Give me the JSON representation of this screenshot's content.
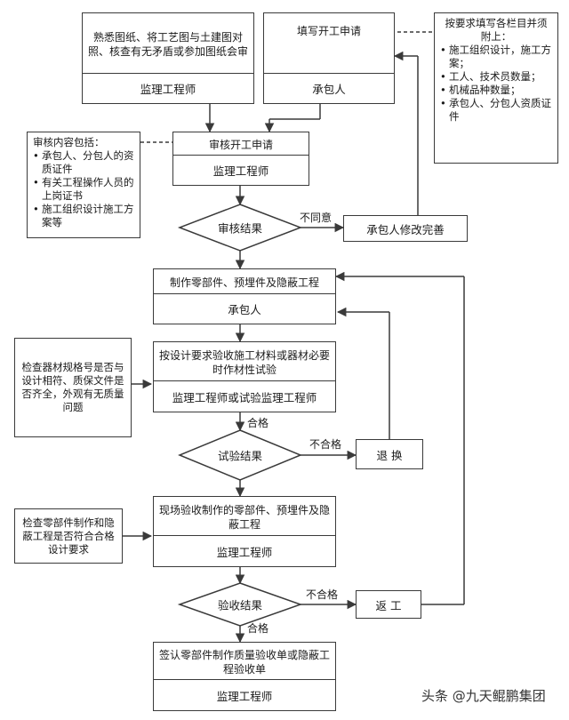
{
  "process_boxes": {
    "review_drawings": {
      "text": "熟悉图纸、将工艺图与土建图对照、核查有无矛盾或参加图纸会审",
      "role": "监理工程师"
    },
    "fill_application": {
      "text": "填写开工申请",
      "role": "承包人"
    },
    "review_application": {
      "text": "审核开工申请",
      "role": "监理工程师"
    },
    "make_parts": {
      "text": "制作零部件、预埋件及隐蔽工程",
      "role": "承包人"
    },
    "inspect_materials": {
      "text": "按设计要求验收施工材料或器材必要时作材性试验",
      "role": "监理工程师或试验监理工程师"
    },
    "site_inspection": {
      "text": "现场验收制作的零部件、预埋件及隐蔽工程",
      "role": "监理工程师"
    },
    "sign_off": {
      "text": "签认零部件制作质量验收单或隐蔽工程验收单",
      "role": "监理工程师"
    }
  },
  "decisions": {
    "review_result": "审核结果",
    "test_result": "试验结果",
    "acceptance_result": "验收结果"
  },
  "simple_boxes": {
    "contractor_revise": "承包人修改完善",
    "return_replace": "退 换",
    "rework": "返 工"
  },
  "notes": {
    "fill_requirements": {
      "title": "按要求填写各栏目并须附上：",
      "items": [
        "施工组织设计，施工方案；",
        "工人、技术员数量；",
        "机械品种数量；",
        "承包人、分包人资质证件"
      ]
    },
    "review_contents": {
      "title": "审核内容包括：",
      "items": [
        "承包人、分包人的资质证件",
        "有关工程操作人员的上岗证书",
        "施工组织设计施工方案等"
      ]
    },
    "check_materials": "检查器材规格号是否与设计相符、质保文件是否齐全，外观有无质量问题",
    "check_parts": "检查零部件制作和隐蔽工程是否符合合格设计要求"
  },
  "edge_labels": {
    "disagree": "不同意",
    "pass_1": "合格",
    "fail_1": "不合格",
    "pass_2": "合格",
    "fail_2": "不合格"
  },
  "watermark": "头条 @九天鲲鹏集团",
  "colors": {
    "line": "#3a3a3a",
    "background": "#ffffff"
  }
}
